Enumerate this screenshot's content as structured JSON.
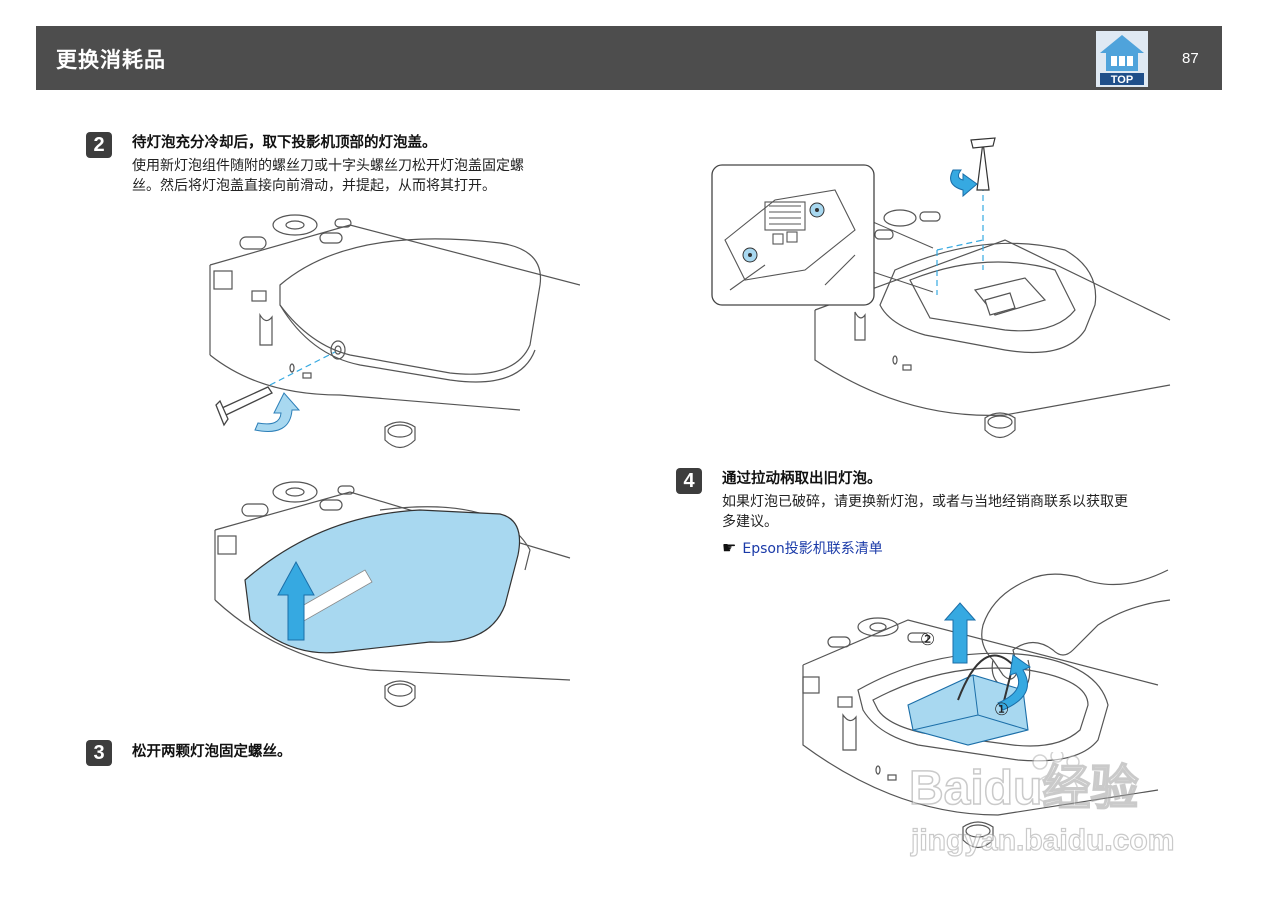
{
  "header": {
    "title": "更换消耗品",
    "top_label": "TOP",
    "page_number": "87"
  },
  "steps": [
    {
      "number": "2",
      "title": "待灯泡充分冷却后，取下投影机顶部的灯泡盖。",
      "desc_line1": "使用新灯泡组件随附的螺丝刀或十字头螺丝刀松开灯泡盖固定螺",
      "desc_line2": "丝。然后将灯泡盖直接向前滑动，并提起，从而将其打开。"
    },
    {
      "number": "3",
      "title": "松开两颗灯泡固定螺丝。"
    },
    {
      "number": "4",
      "title": "通过拉动柄取出旧灯泡。",
      "desc_line1": "如果灯泡已破碎，请更换新灯泡，或者与当地经销商联系以获取更",
      "desc_line2": "多建议。",
      "link_icon": "☛",
      "link_text": "Epson投影机联系清单"
    }
  ],
  "figure_labels": {
    "circle_1": "①",
    "circle_2": "②"
  },
  "watermark": {
    "line1": "Baidu经验",
    "line2": "jingyan.baidu.com"
  },
  "colors": {
    "header_bg": "#4d4d4d",
    "accent_blue": "#a8d8f0",
    "arrow_blue": "#36a9e1",
    "link": "#1a3aa8"
  }
}
